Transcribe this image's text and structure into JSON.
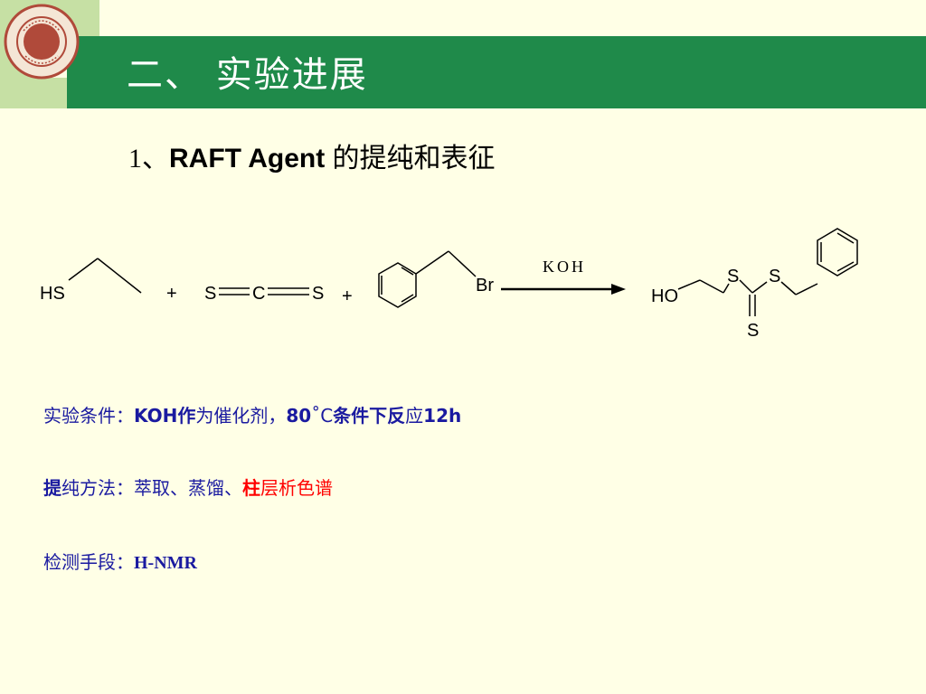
{
  "header": {
    "title": "二、 实验进展"
  },
  "subtitle": {
    "number": "1、",
    "english": "RAFT Agent ",
    "chinese": "的提纯和表征"
  },
  "scheme": {
    "reactant1": {
      "label": "HS"
    },
    "plus1": "+",
    "reactant2": {
      "s1": "S",
      "c": "C",
      "s2": "S"
    },
    "plus2": "+",
    "reactant3": {
      "br": "Br"
    },
    "reagent": "KOH",
    "product": {
      "ho": "HO",
      "s1": "S",
      "s2": "S",
      "s3": "S"
    }
  },
  "conditions": {
    "label": "实验条件：",
    "p1": "KOH",
    "p2": "作",
    "p3": "为催化剂，",
    "p4": "80",
    "p5": "˚C",
    "p6": "条件下反",
    "p7": "应",
    "p8": "12h"
  },
  "purification": {
    "label_bold": "提",
    "label_rest": "纯方法：萃取、蒸馏、",
    "red_bold": "柱",
    "red_rest": "层析色谱"
  },
  "detection": {
    "label": "检测手段：",
    "method": "H-NMR"
  },
  "colors": {
    "banner": "#1f8a4a",
    "accent_square": "#c6e0a4",
    "background": "#ffffe6",
    "blue_text": "#1a1aa0",
    "red_text": "#ff0000"
  }
}
